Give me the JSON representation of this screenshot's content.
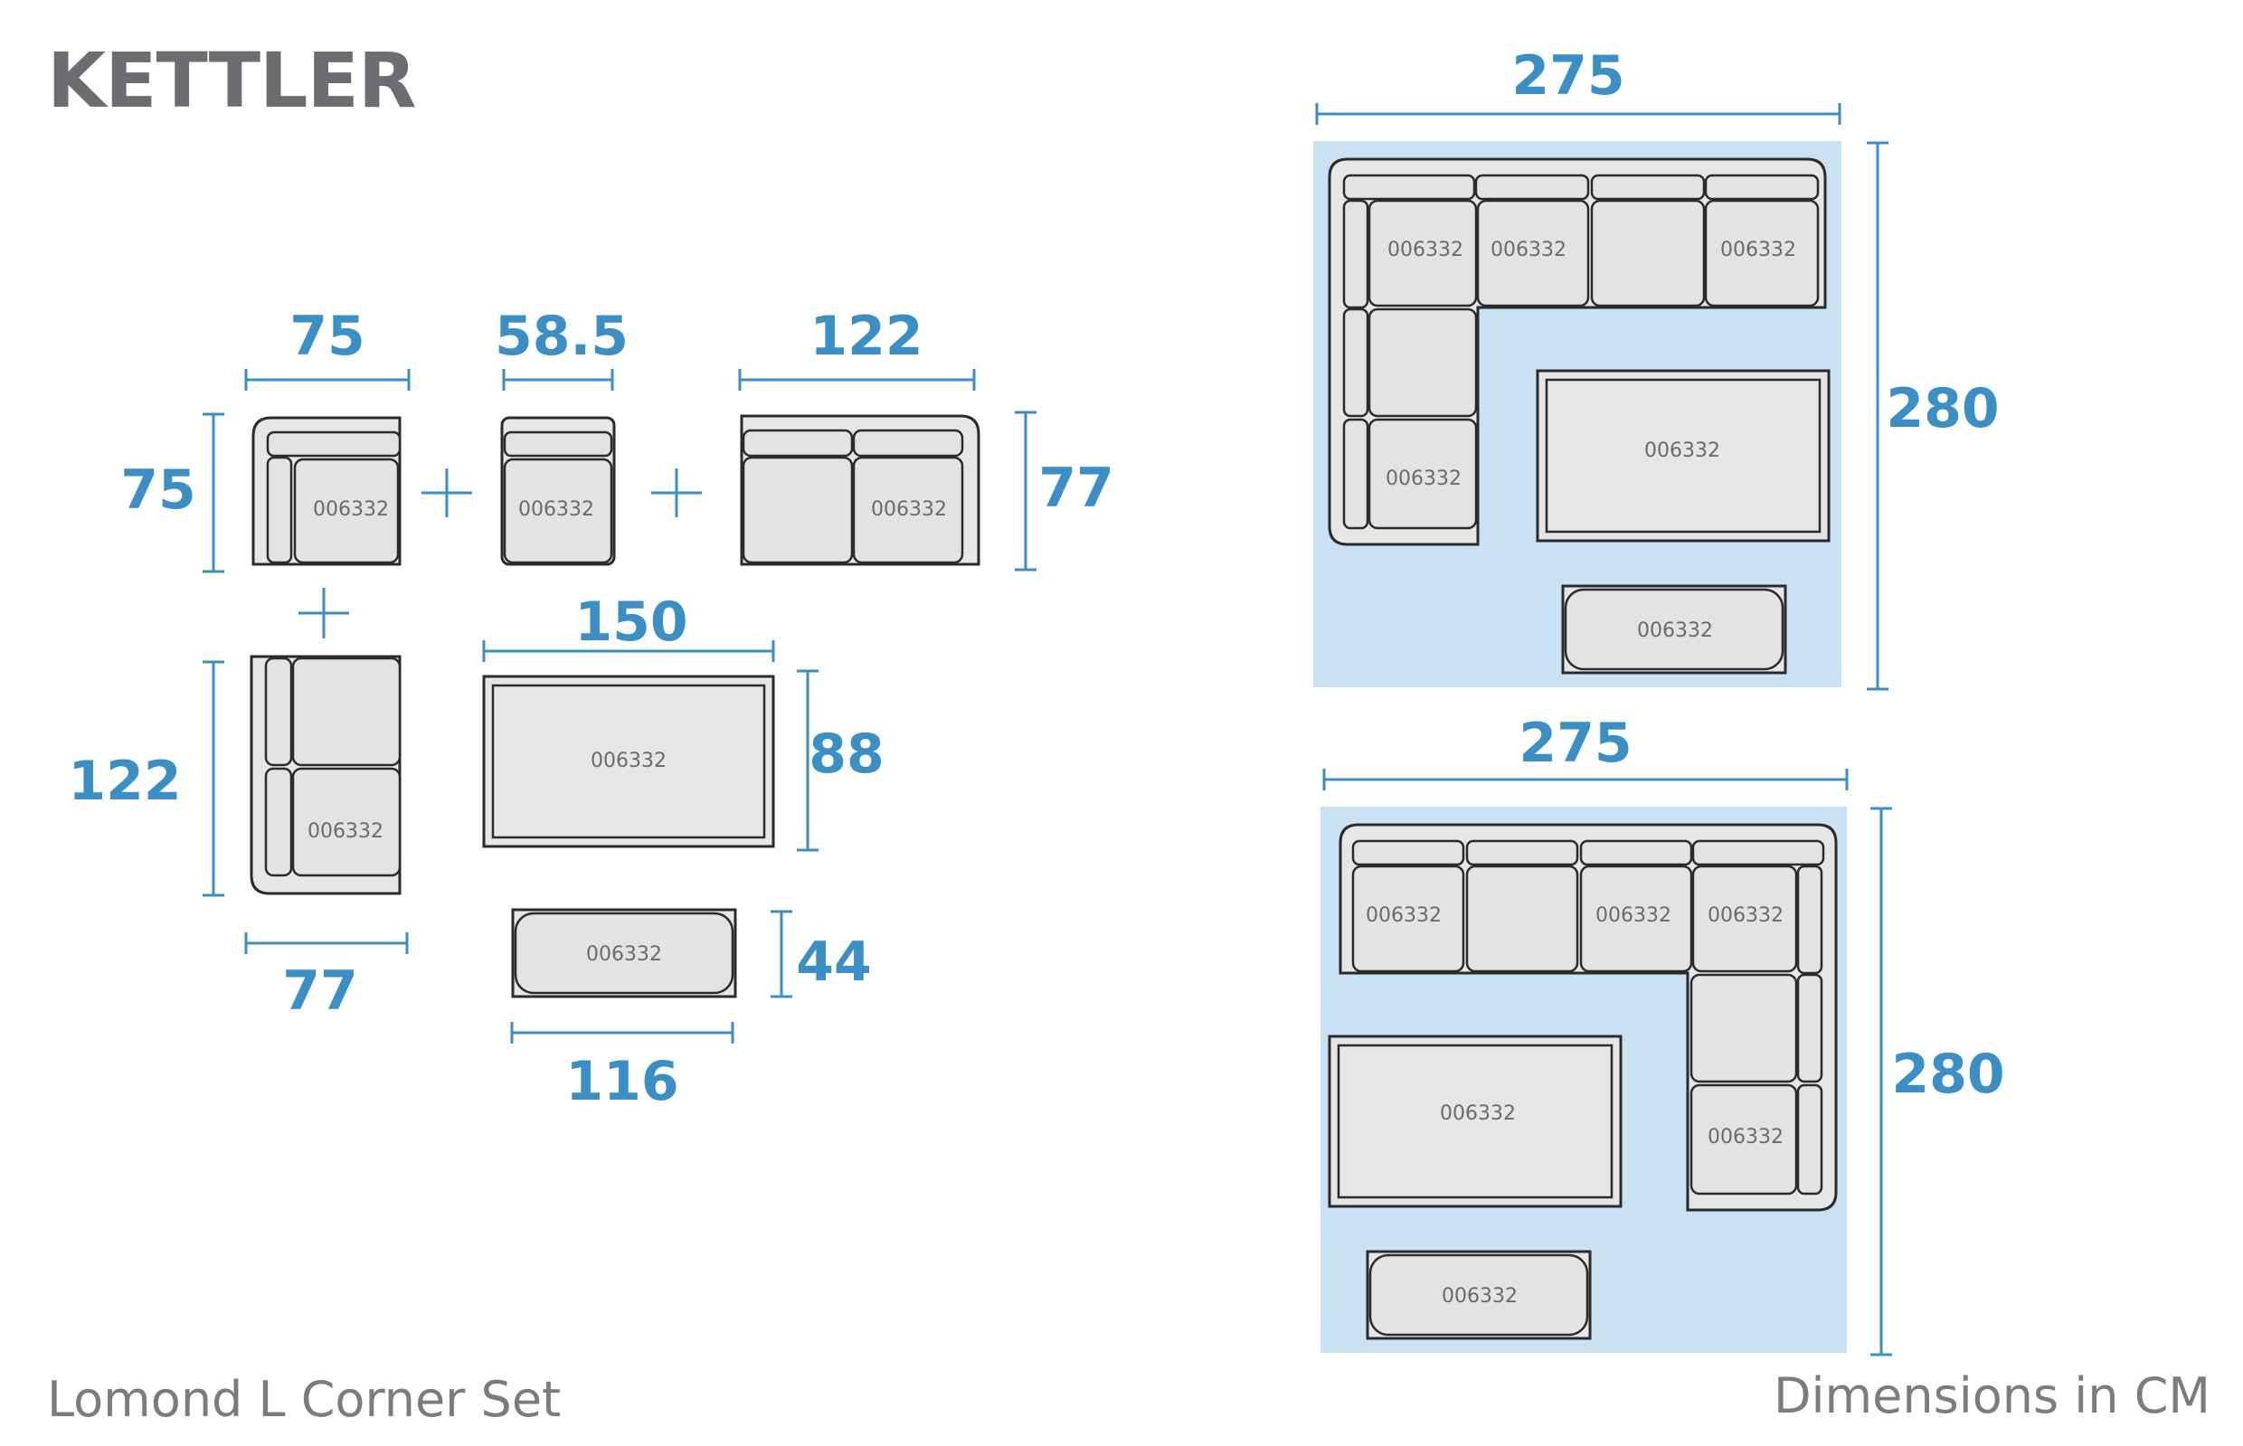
{
  "brand": {
    "logo_text": "KETTLER",
    "logo_color": "#6c6d70"
  },
  "colors": {
    "dimension": "#3a8fc6",
    "rug": "#c8e1f3",
    "outline": "#2b2b2b",
    "cushion": "#e3e3e3"
  },
  "footer": {
    "product_name": "Lomond L Corner Set",
    "units_note": "Dimensions in CM"
  },
  "modules": {
    "corner": {
      "width": "75",
      "depth": "75",
      "code": "006332"
    },
    "middle": {
      "width": "58.5",
      "code": "006332"
    },
    "two_seater": {
      "width": "122",
      "depth": "77",
      "code": "006332"
    },
    "side": {
      "length": "122",
      "depth": "77",
      "code": "006332"
    },
    "table": {
      "width": "150",
      "depth": "88",
      "code": "006332"
    },
    "stool": {
      "width": "116",
      "depth": "44",
      "code": "006332"
    }
  },
  "layouts": [
    {
      "width": "275",
      "depth": "280",
      "codes": [
        "006332",
        "006332",
        "006332",
        "006332",
        "006332",
        "006332"
      ]
    },
    {
      "width": "275",
      "depth": "280",
      "codes": [
        "006332",
        "006332",
        "006332",
        "006332",
        "006332",
        "006332"
      ]
    }
  ]
}
